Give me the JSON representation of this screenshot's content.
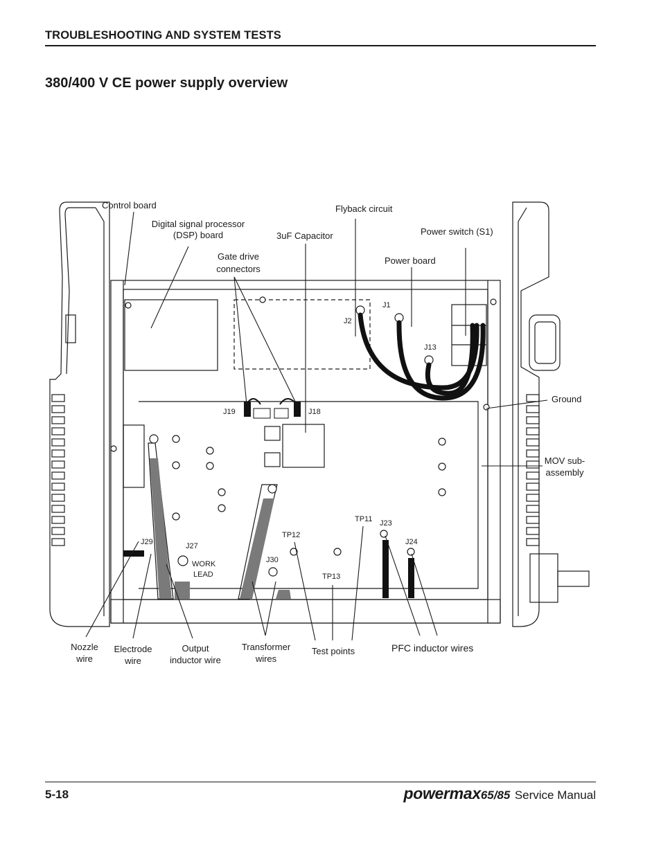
{
  "header": {
    "section": "TROUBLESHOOTING AND SYSTEM TESTS"
  },
  "title": "380/400 V CE power supply overview",
  "labels": {
    "control_board": "Control board",
    "dsp_board_1": "Digital signal processor",
    "dsp_board_2": "(DSP) board",
    "gate_drive_1": "Gate drive",
    "gate_drive_2": "connectors",
    "capacitor": "3uF Capacitor",
    "flyback": "Flyback circuit",
    "power_switch": "Power switch (S1)",
    "power_board": "Power board",
    "ground": "Ground",
    "mov_1": "MOV sub-",
    "mov_2": "assembly",
    "nozzle_1": "Nozzle",
    "nozzle_2": "wire",
    "electrode_1": "Electrode",
    "electrode_2": "wire",
    "output_1": "Output",
    "output_2": "inductor wire",
    "transformer_1": "Transformer",
    "transformer_2": "wires",
    "test_points": "Test points",
    "pfc": "PFC inductor wires"
  },
  "connectors": {
    "j1": "J1",
    "j2": "J2",
    "j13": "J13",
    "j18": "J18",
    "j19": "J19",
    "j23": "J23",
    "j24": "J24",
    "j27": "J27",
    "j29": "J29",
    "j30": "J30",
    "tp11": "TP11",
    "tp12": "TP12",
    "tp13": "TP13",
    "work_1": "WORK",
    "work_2": "LEAD"
  },
  "footer": {
    "page_number": "5-18",
    "brand": "powermax",
    "model": "65/85",
    "manual": "Service Manual"
  }
}
